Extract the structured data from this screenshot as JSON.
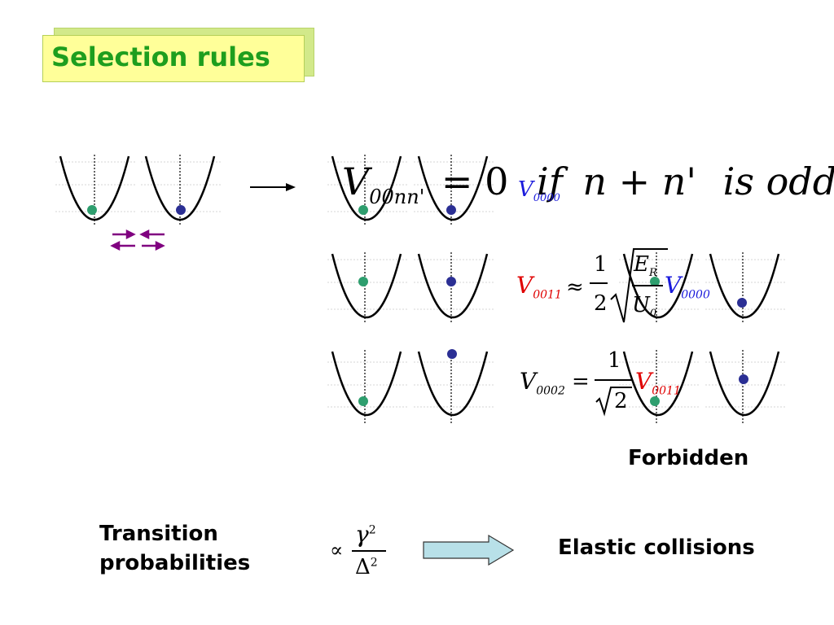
{
  "title": "Selection rules",
  "equations": {
    "main": {
      "V": "V",
      "sub": "00nn'",
      "eq": "= 0",
      "if": "if",
      "cond": "n + n'",
      "tail": "is odd",
      "overlay_sub": "0000"
    },
    "eq2": {
      "lhs": "V",
      "lhs_sub": "0011",
      "approx": "≈",
      "num": "1",
      "den": "2",
      "E": "E",
      "E_sub": "R",
      "U": "U",
      "U_sub": "0",
      "rhs": "V",
      "rhs_sub": "0000"
    },
    "eq3": {
      "lhs": "V",
      "lhs_sub": "0002",
      "eq": "=",
      "num": "1",
      "den": "2",
      "rhs": "V",
      "rhs_sub": "0011"
    },
    "prob": {
      "prefix": "∝",
      "num": "γ",
      "num_sup": "2",
      "den": "Δ",
      "den_sup": "2"
    }
  },
  "labels": {
    "forbidden": "Forbidden",
    "transition_line1": "Transition",
    "transition_line2": "probabilities",
    "elastic": "Elastic collisions"
  },
  "colors": {
    "title_text": "#1e9e1e",
    "title_bg": "#ffff99",
    "green_dot": "#2e9e6e",
    "blue_dot": "#2b2f94",
    "arrow_purple": "#800080",
    "arrow_fill": "#b8e0e8",
    "red": "#e00000",
    "blue": "#1a1adc"
  }
}
